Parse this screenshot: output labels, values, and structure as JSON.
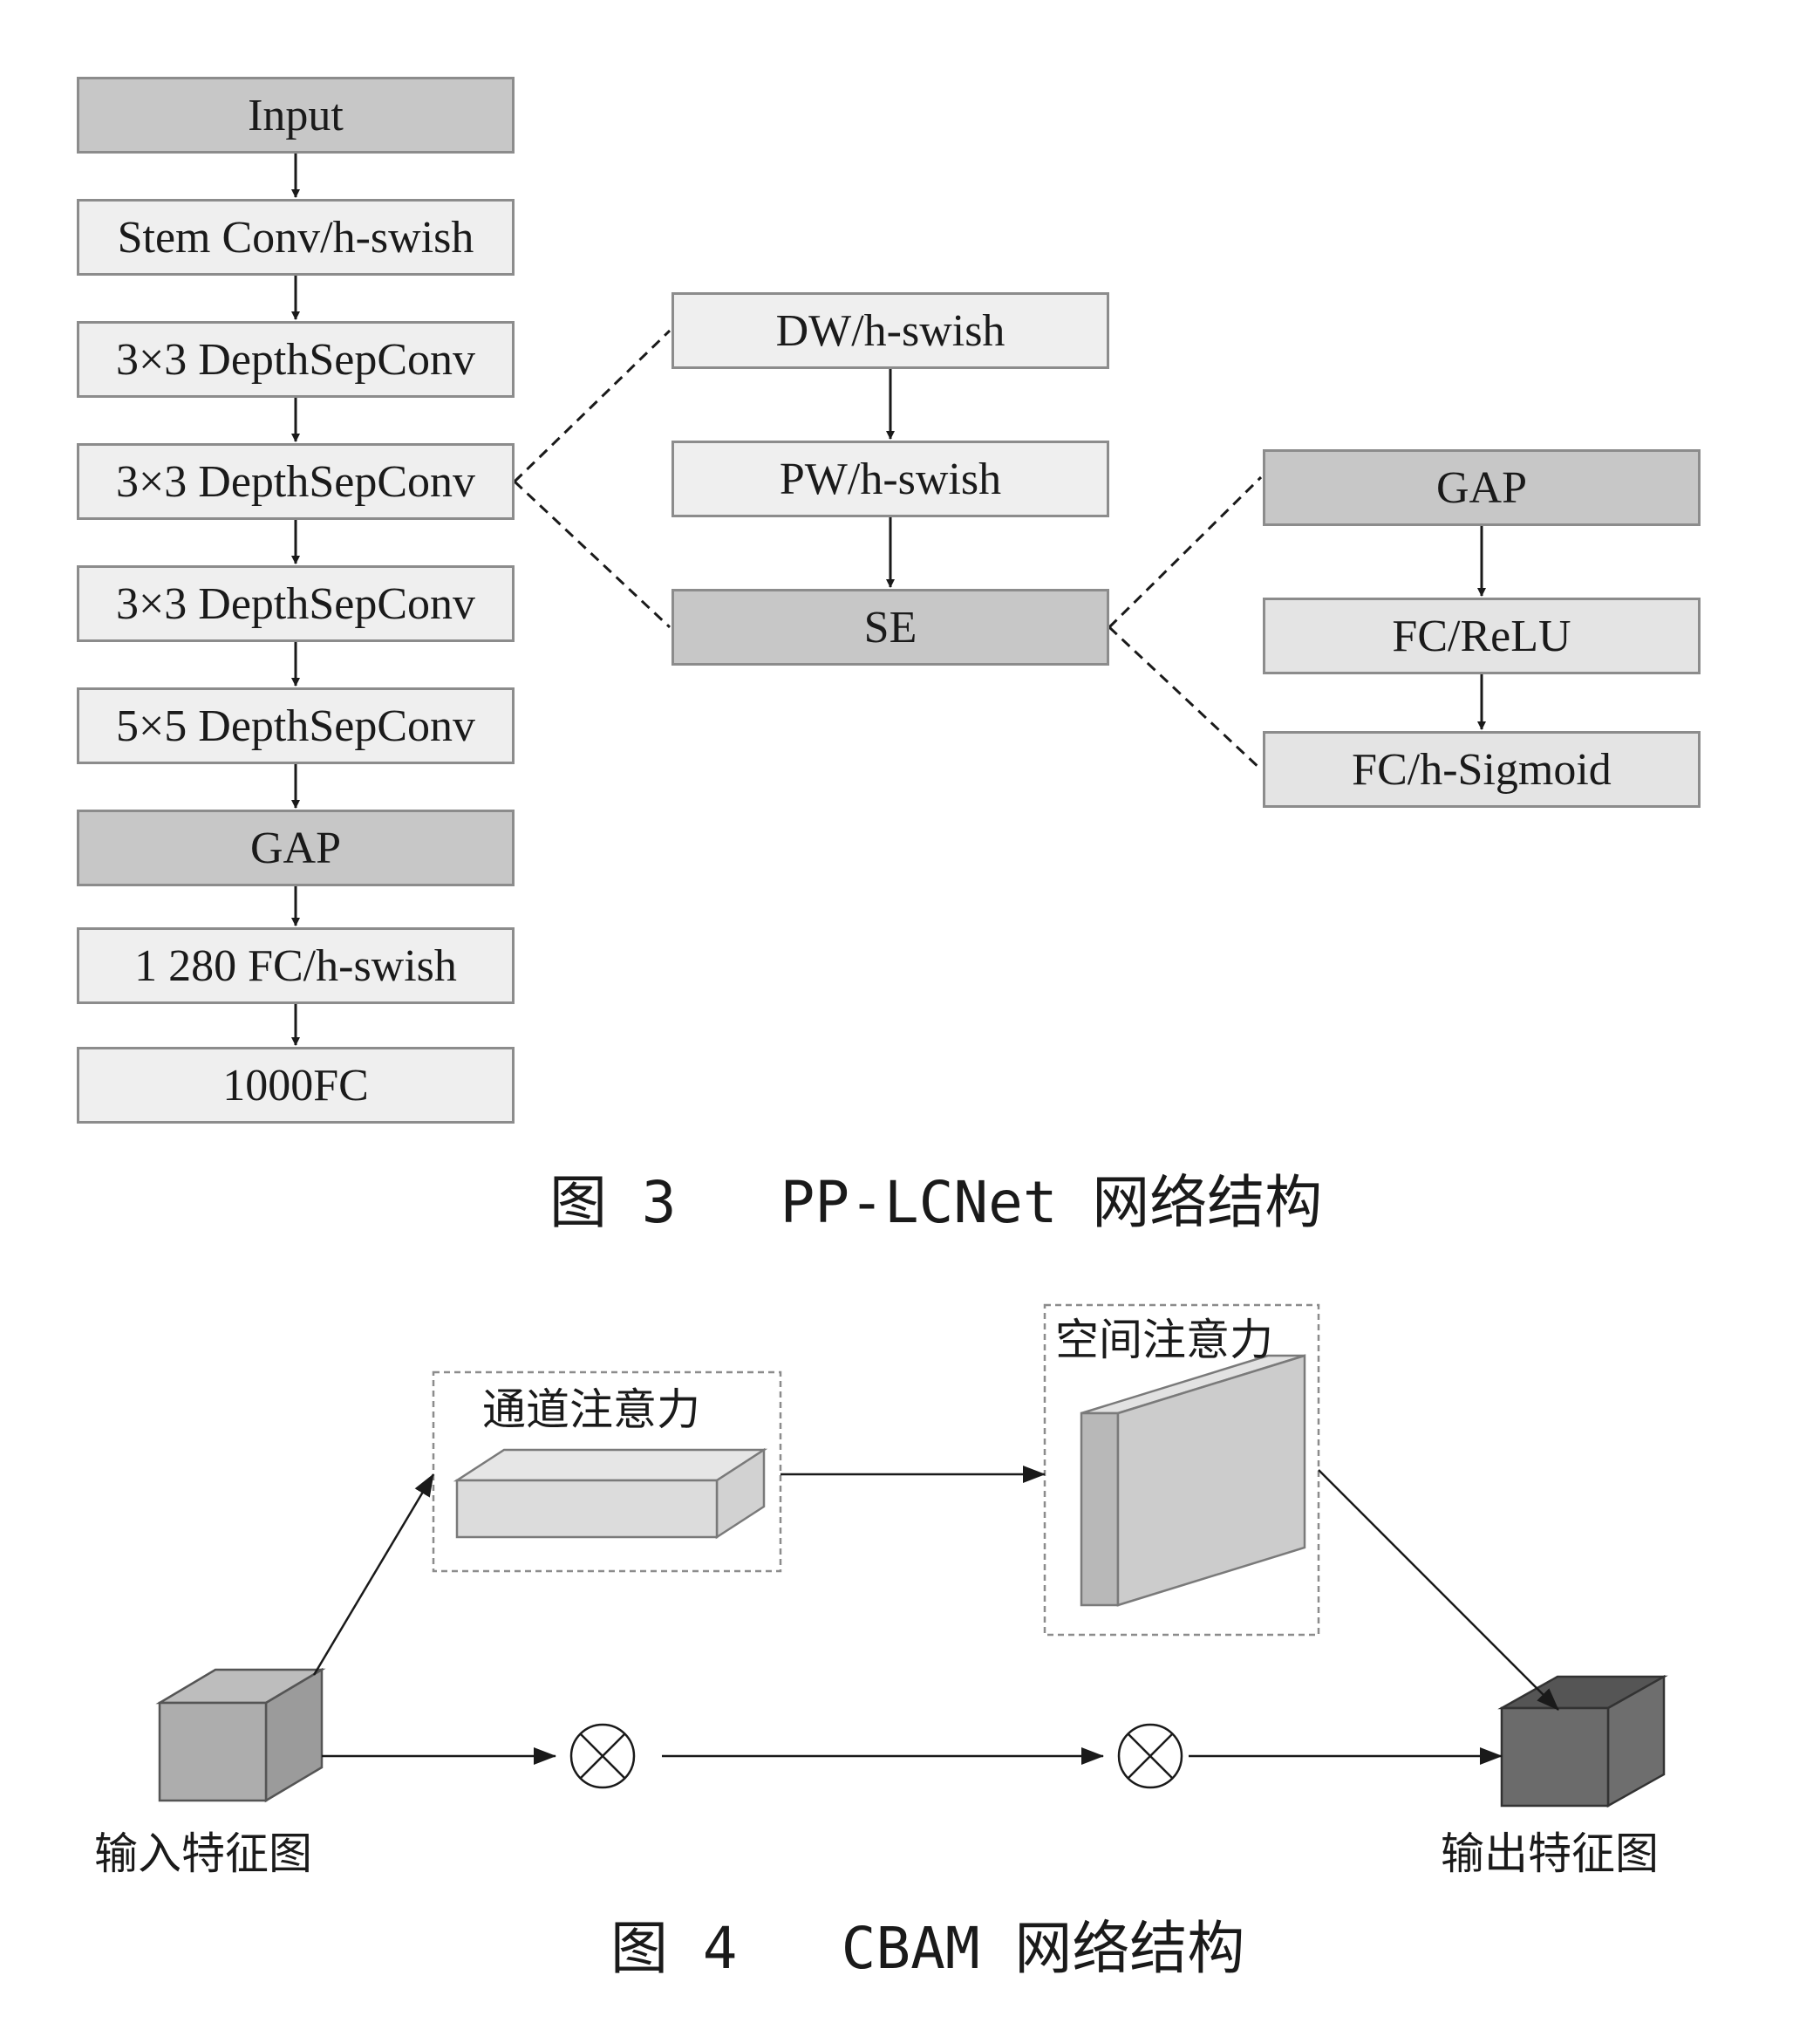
{
  "figure3": {
    "caption": "图 3   PP-LCNet 网络结构",
    "main_column": [
      {
        "label": "Input",
        "shade": "dark"
      },
      {
        "label": "Stem Conv/h-swish",
        "shade": "light"
      },
      {
        "label": "3×3 DepthSepConv",
        "shade": "light"
      },
      {
        "label": "3×3 DepthSepConv",
        "shade": "light"
      },
      {
        "label": "3×3 DepthSepConv",
        "shade": "light"
      },
      {
        "label": "5×5 DepthSepConv",
        "shade": "light"
      },
      {
        "label": "GAP",
        "shade": "dark"
      },
      {
        "label": "1 280 FC/h-swish",
        "shade": "light"
      },
      {
        "label": "1000FC",
        "shade": "light"
      }
    ],
    "depthsep_detail": [
      {
        "label": "DW/h-swish",
        "shade": "light"
      },
      {
        "label": "PW/h-swish",
        "shade": "light"
      },
      {
        "label": "SE",
        "shade": "dark"
      }
    ],
    "se_detail": [
      {
        "label": "GAP",
        "shade": "dark"
      },
      {
        "label": "FC/ReLU",
        "shade": "light"
      },
      {
        "label": "FC/h-Sigmoid",
        "shade": "light"
      }
    ]
  },
  "figure4": {
    "caption": "图 4   CBAM 网络结构",
    "channel_attention_label": "通道注意力",
    "spatial_attention_label": "空间注意力",
    "input_label": "输入特征图",
    "output_label": "输出特征图",
    "operator_symbol": "⊗"
  }
}
